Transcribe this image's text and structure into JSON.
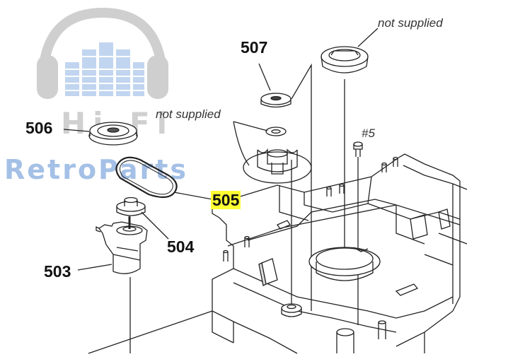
{
  "watermark": {
    "line1": "Hi-Fi",
    "line2": "RetroParts",
    "logo": "headphones-equalizer-logo",
    "colors": {
      "gray": "#9a9a9a",
      "blue": "#6aa0dc"
    }
  },
  "parts": {
    "p503": "503",
    "p504": "504",
    "p505": "505",
    "p506": "506",
    "p507": "507"
  },
  "screw": "#5",
  "notes": {
    "not_supplied_left": "not supplied",
    "not_supplied_right": "not supplied"
  },
  "highlight_color": "#ffff33"
}
